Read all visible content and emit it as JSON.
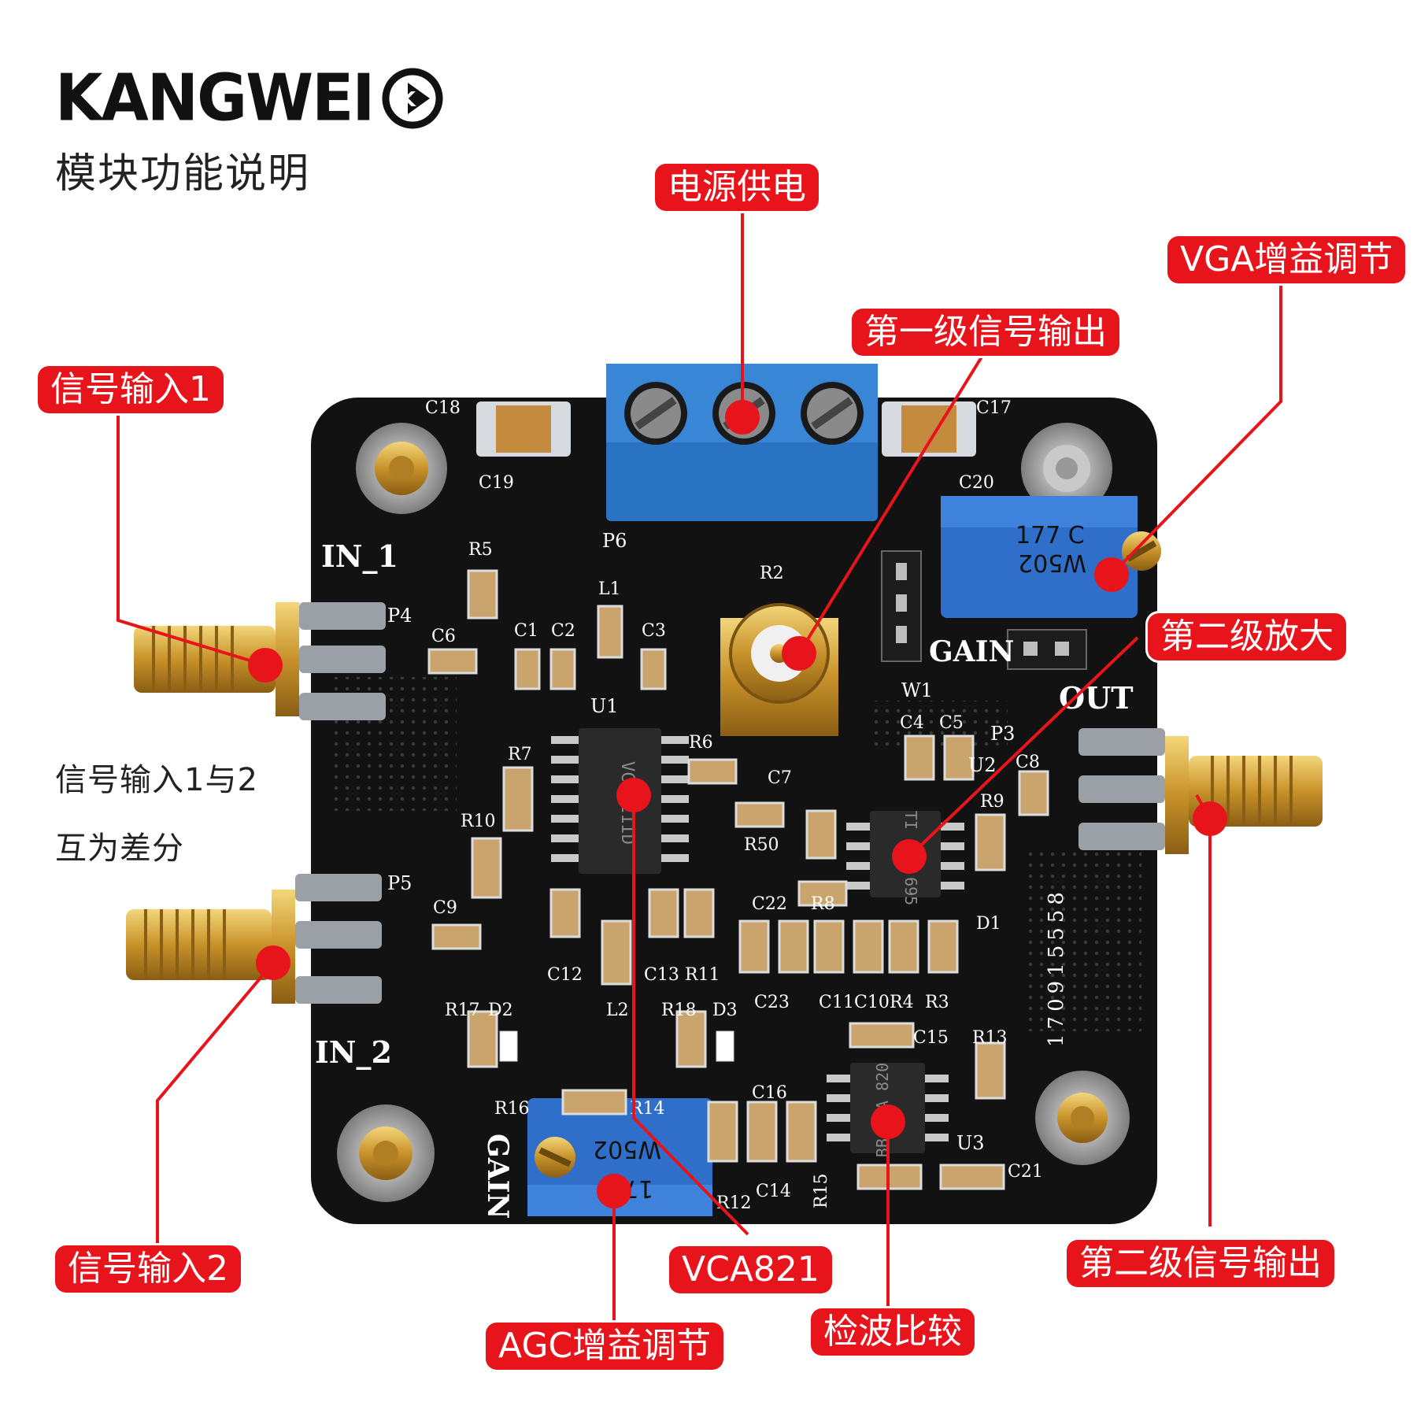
{
  "header": {
    "brand": "KANGWEI",
    "brand_mark": "K",
    "subtitle": "模块功能说明"
  },
  "notes": [
    "信号输入1与2",
    "互为差分"
  ],
  "callouts": {
    "power": "电源供电",
    "vga_gain": "VGA增益调节",
    "stage1_output": "第一级信号输出",
    "signal_in1": "信号输入1",
    "stage2_amp": "第二级放大",
    "signal_in2": "信号输入2",
    "vca821": "VCA821",
    "stage2_output": "第二级信号输出",
    "agc_gain": "AGC增益调节",
    "detect_compare": "检波比较"
  },
  "board": {
    "silkscreen": {
      "in1": "IN_1",
      "in2": "IN_2",
      "out": "OUT",
      "gain": "GAIN",
      "p3": "P3",
      "p4": "P4",
      "p5": "P5",
      "p6": "P6",
      "u1": "U1",
      "u2": "U2",
      "u3": "U3",
      "w1": "W1",
      "serial": "170915558",
      "refs": [
        "C18",
        "C19",
        "C17",
        "C20",
        "R5",
        "R2",
        "L1",
        "C6",
        "C1",
        "C2",
        "C3",
        "R7",
        "R6",
        "C7",
        "R10",
        "C9",
        "C4",
        "C5",
        "C8",
        "R9",
        "R50",
        "C22",
        "R8",
        "D1",
        "C12",
        "C13",
        "R11",
        "L2",
        "C23",
        "C11",
        "C10",
        "R4",
        "R3",
        "R17",
        "D2",
        "R18",
        "D3",
        "C15",
        "R13",
        "R16",
        "R14",
        "C16",
        "C14",
        "R12",
        "R15",
        "C21"
      ]
    },
    "chips": {
      "u1": "VCA821ID",
      "u2": "TI OPA 695",
      "u3": "BB OPA 820"
    },
    "pots": {
      "top": [
        "177 C",
        "W502"
      ],
      "bottom": [
        "W502",
        "177"
      ]
    }
  },
  "colors": {
    "callout_red": "#e8141c",
    "leader_red": "#e8141c",
    "pcb_black": "#121212",
    "terminal_blue": "#2a72c2",
    "sma_gold": "#d4a531"
  }
}
